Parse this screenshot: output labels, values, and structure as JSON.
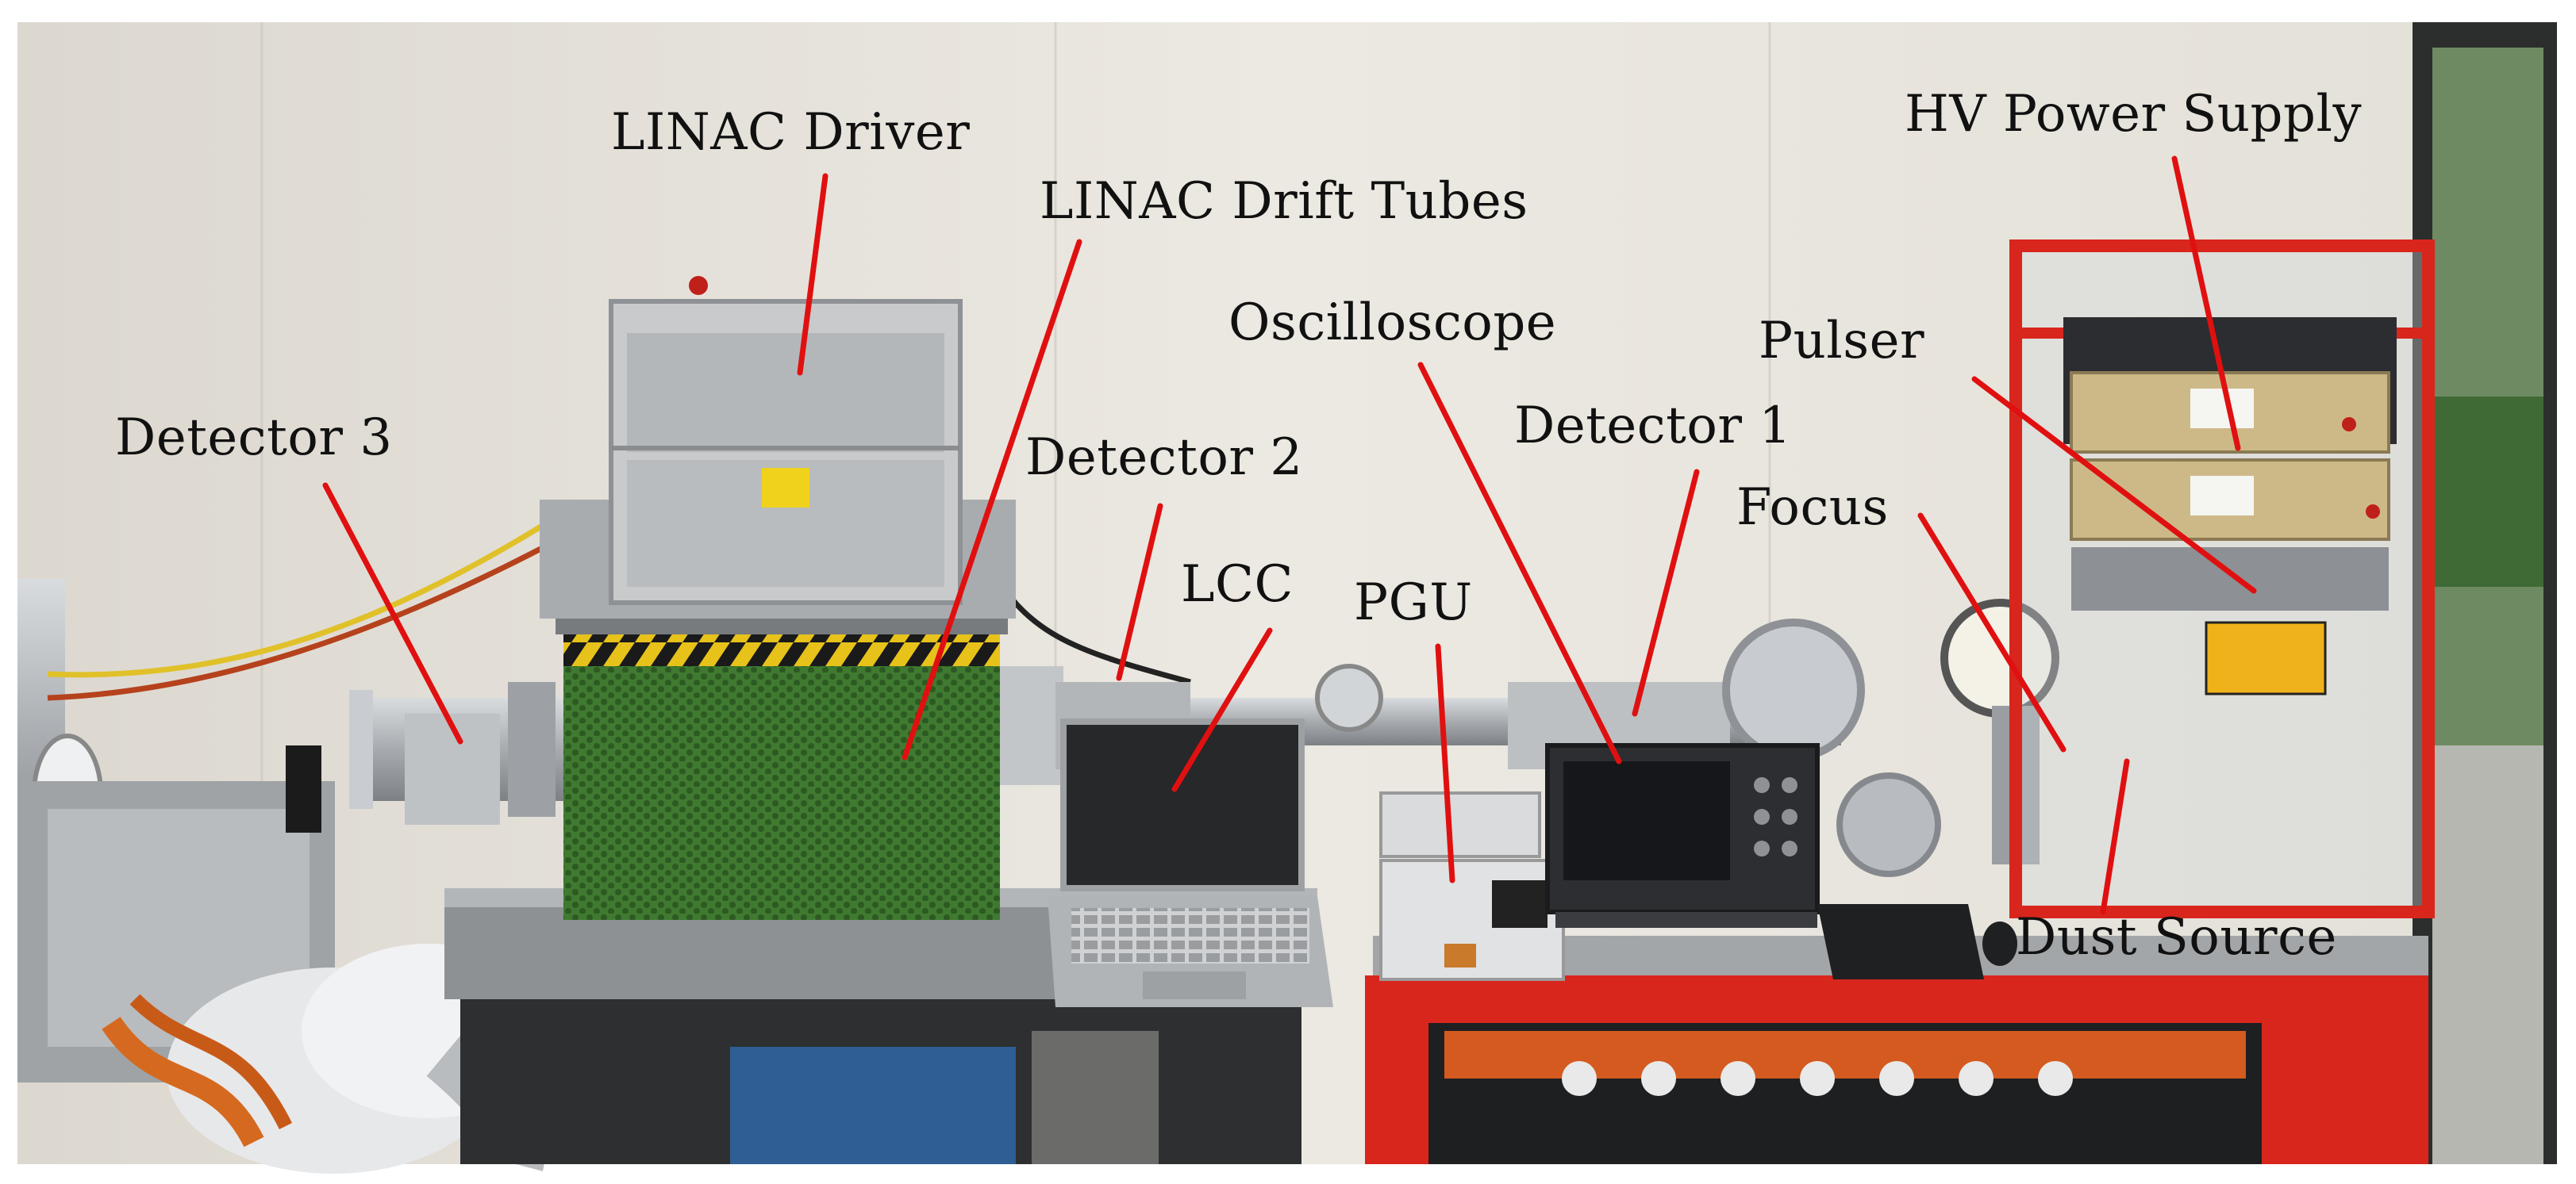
{
  "labels": {
    "linac_driver": "LINAC Driver",
    "linac_drift_tubes": "LINAC Drift Tubes",
    "hv_power_supply": "HV Power Supply",
    "oscilloscope": "Oscilloscope",
    "pulser": "Pulser",
    "detector_3": "Detector 3",
    "detector_2": "Detector 2",
    "detector_1": "Detector 1",
    "focus": "Focus",
    "lcc": "LCC",
    "pgu": "PGU",
    "dust_source": "Dust Source"
  },
  "colors": {
    "wall": "#e9e6df",
    "wall_shadow": "#d8d4cb",
    "annotation_line": "#e01010",
    "frame_red": "#d8261d",
    "mesh_green": "#4f8a3a",
    "steel": "#b9bcbf",
    "dark_panel": "#2a2c2f",
    "label_text": "#111111"
  }
}
